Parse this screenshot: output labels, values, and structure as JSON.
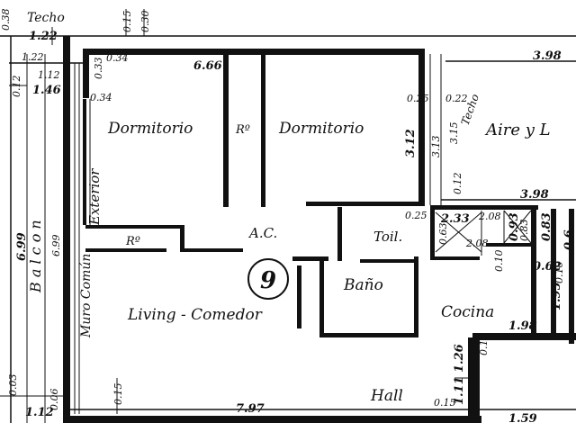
{
  "unit_number": "9",
  "rooms": {
    "dormitorio_left": "Dormitorio",
    "dormitorio_right": "Dormitorio",
    "ropero_1": "Rº",
    "ropero_2": "Rº",
    "ac": "A.C.",
    "toilette": "Toil.",
    "bano": "Baño",
    "cocina": "Cocina",
    "living": "Living - Comedor",
    "hall": "Hall",
    "exterior": "Exterior",
    "muro": "Muro Común",
    "balcon": "B a l c o n",
    "aire": "Aire y L",
    "techo_top": "Techo",
    "techo_right": "Techo"
  },
  "dimensions": {
    "d_666": "6.66",
    "d_398a": "3.98",
    "d_398b": "3.98",
    "d_312": "3.12",
    "d_313": "3.13",
    "d_315": "3.15",
    "d_233": "2.33",
    "d_208a": "2.08",
    "d_208b": "2.08",
    "d_093": "0.93",
    "d_083a": "0.83",
    "d_083b": "0.83",
    "d_063": "0.63",
    "d_062": "0.62",
    "d_195": "1.95",
    "d_198": "1.98",
    "d_159": "1.59",
    "d_126": "1.26",
    "d_111": "1.11",
    "d_797": "7.97",
    "d_699a": "6.99",
    "d_699b": "6.99",
    "d_146": "1.46",
    "d_122a": "1.22",
    "d_122b": "1.22",
    "d_112a": "1.12",
    "d_112b": "1.12",
    "d_034a": "0.34",
    "d_034b": "0.34",
    "d_033": "0.33",
    "d_025a": "0.25",
    "d_025b": "0.25",
    "d_022": "0.22",
    "d_015a": "0.15",
    "d_015b": "0.15",
    "d_015c": "0.15",
    "d_015d": "0.15",
    "d_030": "0.30",
    "d_012a": "0.12",
    "d_012b": "0.12",
    "d_010a": "0.10",
    "d_010b": "0.10",
    "d_003": "0.03",
    "d_006": "0.06",
    "d_038": "0.38",
    "d_06": "0.6"
  }
}
